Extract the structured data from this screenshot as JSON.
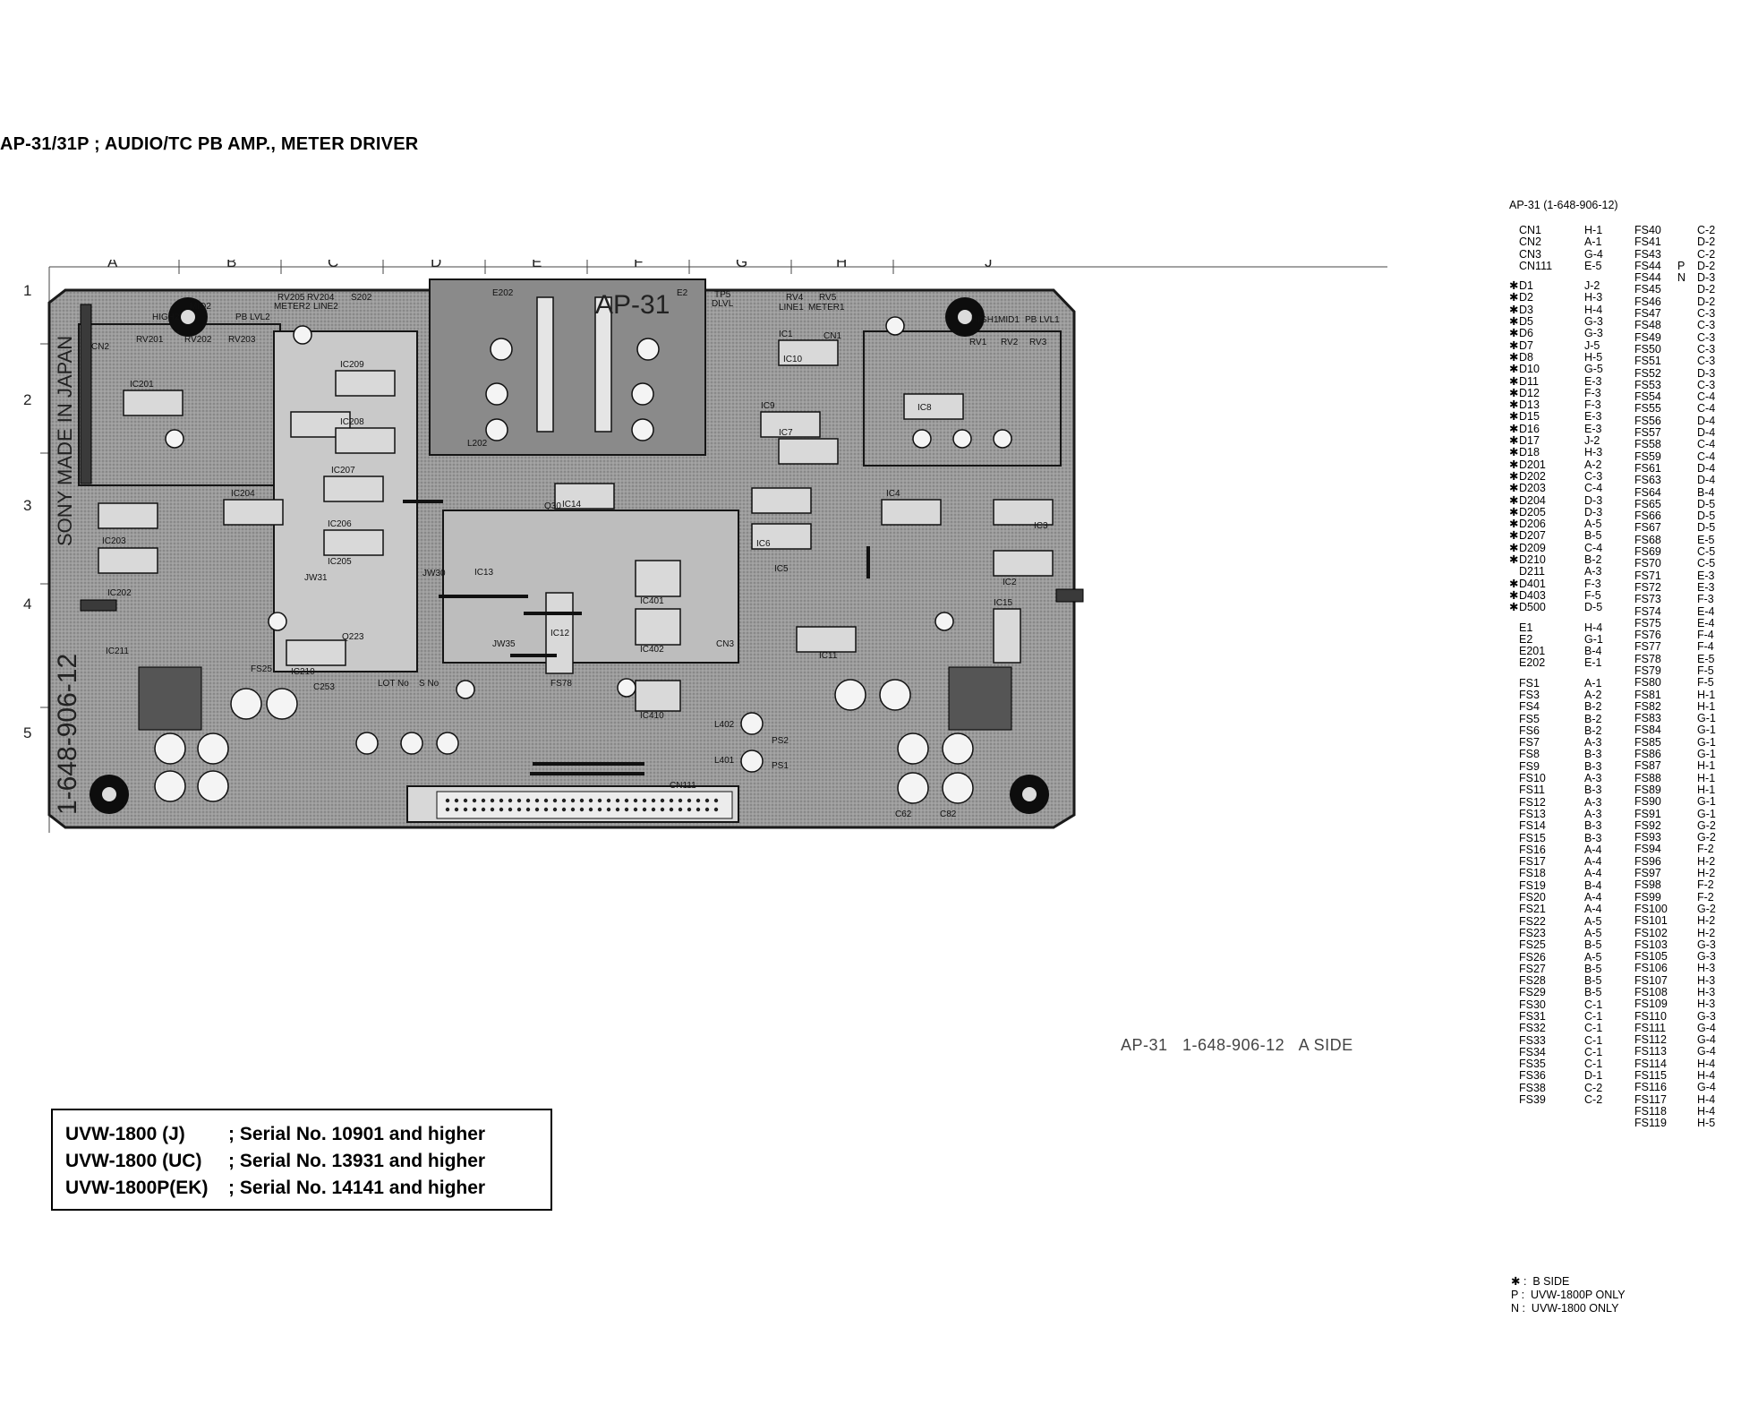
{
  "title": "AP-31/31P ; AUDIO/TC PB AMP., METER DRIVER",
  "grid": {
    "columns": [
      "A",
      "B",
      "C",
      "D",
      "E",
      "F",
      "G",
      "H",
      "J"
    ],
    "rows": [
      "1",
      "2",
      "3",
      "4",
      "5"
    ]
  },
  "board": {
    "board_name": "AP-31",
    "vertical_marking": "1-648-906-12",
    "side_text": "SONY MADE IN JAPAN",
    "labels": {
      "rv205": "RV205",
      "rv204": "RV204",
      "meter2": "METER2",
      "line2": "LINE2",
      "s202": "S202",
      "rv201": "RV201",
      "rv202": "RV202",
      "rv203": "RV203",
      "high2": "HIGH2",
      "mid2": "MID2",
      "pb_lvl2": "PB LVL2",
      "rv4": "RV4",
      "rv5": "RV5",
      "line1": "LINE1",
      "meter1": "METER1",
      "high1": "HIGH1",
      "mid1": "MID1",
      "pb_lvl1": "PB LVL1",
      "rv1": "RV1",
      "rv2": "RV2",
      "rv3": "RV3",
      "tp5": "TP5",
      "dlvl": "DLVL",
      "e202": "E202",
      "e2": "E2",
      "ic201": "IC201",
      "ic202": "IC202",
      "ic203": "IC203",
      "ic204": "IC204",
      "ic205": "IC205",
      "ic206": "IC206",
      "ic207": "IC207",
      "ic208": "IC208",
      "ic209": "IC209",
      "ic210": "IC210",
      "ic211": "IC211",
      "ic1": "IC1",
      "ic2": "IC2",
      "ic3": "IC3",
      "ic4": "IC4",
      "ic5": "IC5",
      "ic6": "IC6",
      "ic7": "IC7",
      "ic8": "IC8",
      "ic9": "IC9",
      "ic10": "IC10",
      "ic11": "IC11",
      "ic12": "IC12",
      "ic13": "IC13",
      "ic14": "IC14",
      "ic15": "IC15",
      "ic401": "IC401",
      "ic402": "IC402",
      "ic410": "IC410",
      "cn111": "CN111",
      "cn1": "CN1",
      "cn2": "CN2",
      "cn3": "CN3",
      "lot_no": "LOT No",
      "s_no": "S No",
      "ps1": "PS1",
      "ps2": "PS2",
      "l401": "L401",
      "l402": "L402",
      "l202": "L202",
      "q223": "Q223",
      "q30": "Q30",
      "jw35": "JW35",
      "jw30": "JW30",
      "jw31": "JW31",
      "fs78": "FS78",
      "fs25": "FS25",
      "c253": "C253",
      "c62": "C62",
      "c82": "C82"
    }
  },
  "caption": "AP-31   1-648-906-12   A SIDE",
  "serials": [
    {
      "model": "UVW-1800 (J)",
      "text": "; Serial No. 10901 and higher"
    },
    {
      "model": "UVW-1800 (UC)",
      "text": "; Serial No. 13931 and higher"
    },
    {
      "model": "UVW-1800P(EK)",
      "text": "; Serial No. 14141 and higher"
    }
  ],
  "index": {
    "title": "AP-31 (1-648-906-12)",
    "col1": [
      {
        "ref": "CN1",
        "loc": "H-1",
        "mark": ""
      },
      {
        "ref": "CN2",
        "loc": "A-1",
        "mark": ""
      },
      {
        "ref": "CN3",
        "loc": "G-4",
        "mark": ""
      },
      {
        "ref": "CN111",
        "loc": "E-5",
        "mark": ""
      },
      {
        "gap": true
      },
      {
        "ref": "D1",
        "loc": "J-2",
        "mark": "✱"
      },
      {
        "ref": "D2",
        "loc": "H-3",
        "mark": "✱"
      },
      {
        "ref": "D3",
        "loc": "H-4",
        "mark": "✱"
      },
      {
        "ref": "D5",
        "loc": "G-3",
        "mark": "✱"
      },
      {
        "ref": "D6",
        "loc": "G-3",
        "mark": "✱"
      },
      {
        "ref": "D7",
        "loc": "J-5",
        "mark": "✱"
      },
      {
        "ref": "D8",
        "loc": "H-5",
        "mark": "✱"
      },
      {
        "ref": "D10",
        "loc": "G-5",
        "mark": "✱"
      },
      {
        "ref": "D11",
        "loc": "E-3",
        "mark": "✱"
      },
      {
        "ref": "D12",
        "loc": "F-3",
        "mark": "✱"
      },
      {
        "ref": "D13",
        "loc": "F-3",
        "mark": "✱"
      },
      {
        "ref": "D15",
        "loc": "E-3",
        "mark": "✱"
      },
      {
        "ref": "D16",
        "loc": "E-3",
        "mark": "✱"
      },
      {
        "ref": "D17",
        "loc": "J-2",
        "mark": "✱"
      },
      {
        "ref": "D18",
        "loc": "H-3",
        "mark": "✱"
      },
      {
        "ref": "D201",
        "loc": "A-2",
        "mark": "✱"
      },
      {
        "ref": "D202",
        "loc": "C-3",
        "mark": "✱"
      },
      {
        "ref": "D203",
        "loc": "C-4",
        "mark": "✱"
      },
      {
        "ref": "D204",
        "loc": "D-3",
        "mark": "✱"
      },
      {
        "ref": "D205",
        "loc": "D-3",
        "mark": "✱"
      },
      {
        "ref": "D206",
        "loc": "A-5",
        "mark": "✱"
      },
      {
        "ref": "D207",
        "loc": "B-5",
        "mark": "✱"
      },
      {
        "ref": "D209",
        "loc": "C-4",
        "mark": "✱"
      },
      {
        "ref": "D210",
        "loc": "B-2",
        "mark": "✱"
      },
      {
        "ref": "D211",
        "loc": "A-3",
        "mark": ""
      },
      {
        "ref": "D401",
        "loc": "F-3",
        "mark": "✱"
      },
      {
        "ref": "D403",
        "loc": "F-5",
        "mark": "✱"
      },
      {
        "ref": "D500",
        "loc": "D-5",
        "mark": "✱"
      },
      {
        "gap": true
      },
      {
        "ref": "E1",
        "loc": "H-4",
        "mark": ""
      },
      {
        "ref": "E2",
        "loc": "G-1",
        "mark": ""
      },
      {
        "ref": "E201",
        "loc": "B-4",
        "mark": ""
      },
      {
        "ref": "E202",
        "loc": "E-1",
        "mark": ""
      },
      {
        "gap": true
      },
      {
        "ref": "FS1",
        "loc": "A-1",
        "mark": ""
      },
      {
        "ref": "FS3",
        "loc": "A-2",
        "mark": ""
      },
      {
        "ref": "FS4",
        "loc": "B-2",
        "mark": ""
      },
      {
        "ref": "FS5",
        "loc": "B-2",
        "mark": ""
      },
      {
        "ref": "FS6",
        "loc": "B-2",
        "mark": ""
      },
      {
        "ref": "FS7",
        "loc": "A-3",
        "mark": ""
      },
      {
        "ref": "FS8",
        "loc": "B-3",
        "mark": ""
      },
      {
        "ref": "FS9",
        "loc": "B-3",
        "mark": ""
      },
      {
        "ref": "FS10",
        "loc": "A-3",
        "mark": ""
      },
      {
        "ref": "FS11",
        "loc": "B-3",
        "mark": ""
      },
      {
        "ref": "FS12",
        "loc": "A-3",
        "mark": ""
      },
      {
        "ref": "FS13",
        "loc": "A-3",
        "mark": ""
      },
      {
        "ref": "FS14",
        "loc": "B-3",
        "mark": ""
      },
      {
        "ref": "FS15",
        "loc": "B-3",
        "mark": ""
      },
      {
        "ref": "FS16",
        "loc": "A-4",
        "mark": ""
      },
      {
        "ref": "FS17",
        "loc": "A-4",
        "mark": ""
      },
      {
        "ref": "FS18",
        "loc": "A-4",
        "mark": ""
      },
      {
        "ref": "FS19",
        "loc": "B-4",
        "mark": ""
      },
      {
        "ref": "FS20",
        "loc": "A-4",
        "mark": ""
      },
      {
        "ref": "FS21",
        "loc": "A-4",
        "mark": ""
      },
      {
        "ref": "FS22",
        "loc": "A-5",
        "mark": ""
      },
      {
        "ref": "FS23",
        "loc": "A-5",
        "mark": ""
      },
      {
        "ref": "FS25",
        "loc": "B-5",
        "mark": ""
      },
      {
        "ref": "FS26",
        "loc": "A-5",
        "mark": ""
      },
      {
        "ref": "FS27",
        "loc": "B-5",
        "mark": ""
      },
      {
        "ref": "FS28",
        "loc": "B-5",
        "mark": ""
      },
      {
        "ref": "FS29",
        "loc": "B-5",
        "mark": ""
      },
      {
        "ref": "FS30",
        "loc": "C-1",
        "mark": ""
      },
      {
        "ref": "FS31",
        "loc": "C-1",
        "mark": ""
      },
      {
        "ref": "FS32",
        "loc": "C-1",
        "mark": ""
      },
      {
        "ref": "FS33",
        "loc": "C-1",
        "mark": ""
      },
      {
        "ref": "FS34",
        "loc": "C-1",
        "mark": ""
      },
      {
        "ref": "FS35",
        "loc": "C-1",
        "mark": ""
      },
      {
        "ref": "FS36",
        "loc": "D-1",
        "mark": ""
      },
      {
        "ref": "FS38",
        "loc": "C-2",
        "mark": ""
      },
      {
        "ref": "FS39",
        "loc": "C-2",
        "mark": ""
      }
    ],
    "col2": [
      {
        "ref": "FS40",
        "loc": "C-2",
        "flag": ""
      },
      {
        "ref": "FS41",
        "loc": "D-2",
        "flag": ""
      },
      {
        "ref": "FS43",
        "loc": "C-2",
        "flag": ""
      },
      {
        "ref": "FS44",
        "loc": "D-2",
        "flag": "P"
      },
      {
        "ref": "FS44",
        "loc": "D-3",
        "flag": "N"
      },
      {
        "ref": "FS45",
        "loc": "D-2",
        "flag": ""
      },
      {
        "ref": "FS46",
        "loc": "D-2",
        "flag": ""
      },
      {
        "ref": "FS47",
        "loc": "C-3",
        "flag": ""
      },
      {
        "ref": "FS48",
        "loc": "C-3",
        "flag": ""
      },
      {
        "ref": "FS49",
        "loc": "C-3",
        "flag": ""
      },
      {
        "ref": "FS50",
        "loc": "C-3",
        "flag": ""
      },
      {
        "ref": "FS51",
        "loc": "C-3",
        "flag": ""
      },
      {
        "ref": "FS52",
        "loc": "D-3",
        "flag": ""
      },
      {
        "ref": "FS53",
        "loc": "C-3",
        "flag": ""
      },
      {
        "ref": "FS54",
        "loc": "C-4",
        "flag": ""
      },
      {
        "ref": "FS55",
        "loc": "C-4",
        "flag": ""
      },
      {
        "ref": "FS56",
        "loc": "D-4",
        "flag": ""
      },
      {
        "ref": "FS57",
        "loc": "D-4",
        "flag": ""
      },
      {
        "ref": "FS58",
        "loc": "C-4",
        "flag": ""
      },
      {
        "ref": "FS59",
        "loc": "C-4",
        "flag": ""
      },
      {
        "ref": "FS61",
        "loc": "D-4",
        "flag": ""
      },
      {
        "ref": "FS63",
        "loc": "D-4",
        "flag": ""
      },
      {
        "ref": "FS64",
        "loc": "B-4",
        "flag": ""
      },
      {
        "ref": "FS65",
        "loc": "D-5",
        "flag": ""
      },
      {
        "ref": "FS66",
        "loc": "D-5",
        "flag": ""
      },
      {
        "ref": "FS67",
        "loc": "D-5",
        "flag": ""
      },
      {
        "ref": "FS68",
        "loc": "E-5",
        "flag": ""
      },
      {
        "ref": "FS69",
        "loc": "C-5",
        "flag": ""
      },
      {
        "ref": "FS70",
        "loc": "C-5",
        "flag": ""
      },
      {
        "ref": "FS71",
        "loc": "E-3",
        "flag": ""
      },
      {
        "ref": "FS72",
        "loc": "E-3",
        "flag": ""
      },
      {
        "ref": "FS73",
        "loc": "F-3",
        "flag": ""
      },
      {
        "ref": "FS74",
        "loc": "E-4",
        "flag": ""
      },
      {
        "ref": "FS75",
        "loc": "E-4",
        "flag": ""
      },
      {
        "ref": "FS76",
        "loc": "F-4",
        "flag": ""
      },
      {
        "ref": "FS77",
        "loc": "F-4",
        "flag": ""
      },
      {
        "ref": "FS78",
        "loc": "E-5",
        "flag": ""
      },
      {
        "ref": "FS79",
        "loc": "F-5",
        "flag": ""
      },
      {
        "ref": "FS80",
        "loc": "F-5",
        "flag": ""
      },
      {
        "ref": "FS81",
        "loc": "H-1",
        "flag": ""
      },
      {
        "ref": "FS82",
        "loc": "H-1",
        "flag": ""
      },
      {
        "ref": "FS83",
        "loc": "G-1",
        "flag": ""
      },
      {
        "ref": "FS84",
        "loc": "G-1",
        "flag": ""
      },
      {
        "ref": "FS85",
        "loc": "G-1",
        "flag": ""
      },
      {
        "ref": "FS86",
        "loc": "G-1",
        "flag": ""
      },
      {
        "ref": "FS87",
        "loc": "H-1",
        "flag": ""
      },
      {
        "ref": "FS88",
        "loc": "H-1",
        "flag": ""
      },
      {
        "ref": "FS89",
        "loc": "H-1",
        "flag": ""
      },
      {
        "ref": "FS90",
        "loc": "G-1",
        "flag": ""
      },
      {
        "ref": "FS91",
        "loc": "G-1",
        "flag": ""
      },
      {
        "ref": "FS92",
        "loc": "G-2",
        "flag": ""
      },
      {
        "ref": "FS93",
        "loc": "G-2",
        "flag": ""
      },
      {
        "ref": "FS94",
        "loc": "F-2",
        "flag": ""
      },
      {
        "ref": "FS96",
        "loc": "H-2",
        "flag": ""
      },
      {
        "ref": "FS97",
        "loc": "H-2",
        "flag": ""
      },
      {
        "ref": "FS98",
        "loc": "F-2",
        "flag": ""
      },
      {
        "ref": "FS99",
        "loc": "F-2",
        "flag": ""
      },
      {
        "ref": "FS100",
        "loc": "G-2",
        "flag": ""
      },
      {
        "ref": "FS101",
        "loc": "H-2",
        "flag": ""
      },
      {
        "ref": "FS102",
        "loc": "H-2",
        "flag": ""
      },
      {
        "ref": "FS103",
        "loc": "G-3",
        "flag": ""
      },
      {
        "ref": "FS105",
        "loc": "G-3",
        "flag": ""
      },
      {
        "ref": "FS106",
        "loc": "H-3",
        "flag": ""
      },
      {
        "ref": "FS107",
        "loc": "H-3",
        "flag": ""
      },
      {
        "ref": "FS108",
        "loc": "H-3",
        "flag": ""
      },
      {
        "ref": "FS109",
        "loc": "H-3",
        "flag": ""
      },
      {
        "ref": "FS110",
        "loc": "G-3",
        "flag": ""
      },
      {
        "ref": "FS111",
        "loc": "G-4",
        "flag": ""
      },
      {
        "ref": "FS112",
        "loc": "G-4",
        "flag": ""
      },
      {
        "ref": "FS113",
        "loc": "G-4",
        "flag": ""
      },
      {
        "ref": "FS114",
        "loc": "H-4",
        "flag": ""
      },
      {
        "ref": "FS115",
        "loc": "H-4",
        "flag": ""
      },
      {
        "ref": "FS116",
        "loc": "G-4",
        "flag": ""
      },
      {
        "ref": "FS117",
        "loc": "H-4",
        "flag": ""
      },
      {
        "ref": "FS118",
        "loc": "H-4",
        "flag": ""
      },
      {
        "ref": "FS119",
        "loc": "H-5",
        "flag": ""
      }
    ]
  },
  "notes": [
    "✱ :  B SIDE",
    "P :  UVW-1800P ONLY",
    "N :  UVW-1800 ONLY"
  ]
}
